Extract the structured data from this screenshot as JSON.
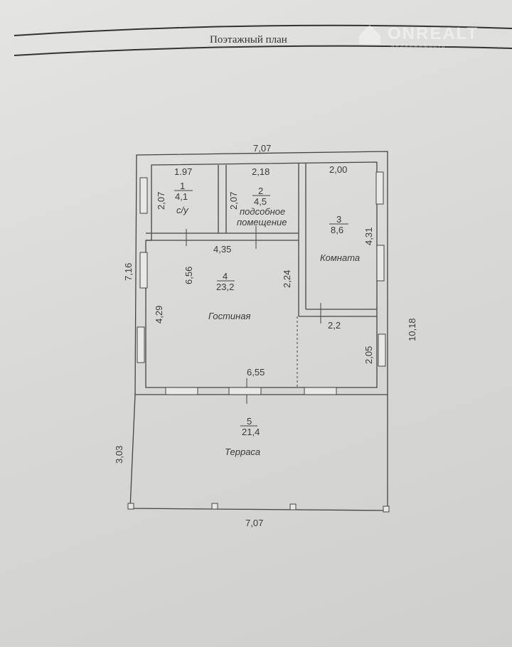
{
  "header": {
    "title": "Поэтажный план"
  },
  "watermark": {
    "brand": "ONREALT",
    "subtitle": "недвижимость"
  },
  "rooms": [
    {
      "number": "1",
      "area": "4,1",
      "name": "с/у",
      "width": "1.97",
      "height": "2,07"
    },
    {
      "number": "2",
      "area": "4,5",
      "name_line1": "подсобное",
      "name_line2": "помещение",
      "width": "2,18",
      "height": "2,07"
    },
    {
      "number": "3",
      "area": "8,6",
      "name": "Комната",
      "width": "2,00",
      "height": "4,31"
    },
    {
      "number": "4",
      "area": "23,2",
      "name": "Гостиная",
      "dims": [
        "4,35",
        "6,56",
        "2,24",
        "4,29",
        "6,55"
      ]
    },
    {
      "number": "5",
      "area": "21,4",
      "name": "Терраса",
      "height": "3,03",
      "width": "7,07"
    }
  ],
  "dimensions": {
    "top": "7,07",
    "left": "7,16",
    "right": "10,18",
    "hall_width": "2,2",
    "hall_height": "2,05"
  }
}
